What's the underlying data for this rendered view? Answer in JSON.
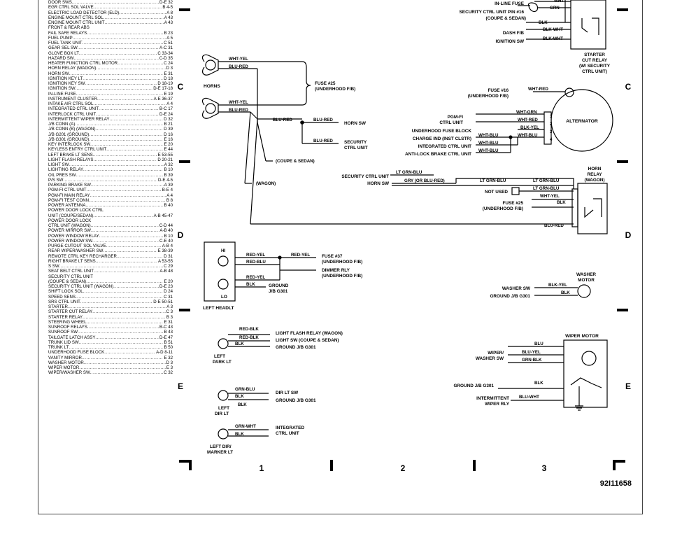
{
  "index": [
    {
      "name": "DOOR SWS",
      "ref": "D-E 32"
    },
    {
      "name": "EGR CTRL SOL VALVE",
      "ref": "B 4-5"
    },
    {
      "name": "ELECTRIC LOAD DETECTOR (ELD)",
      "ref": "A 8"
    },
    {
      "name": "ENGINE MOUNT CTRL SOL",
      "ref": "A 43"
    },
    {
      "name": "ENGINE MOUNT CTRL UNIT",
      "ref": "A 43"
    },
    {
      "name": "FRONT & REAR ABS",
      "ref": ""
    },
    {
      "name": "  FAIL SAFE RELAYS",
      "ref": "B 23"
    },
    {
      "name": "FUEL PUMP",
      "ref": "A 5"
    },
    {
      "name": "FUEL TANK UNIT",
      "ref": "C 51"
    },
    {
      "name": "GEAR SEL SW",
      "ref": "A-C 31"
    },
    {
      "name": "GLOVE BOX LT",
      "ref": "C 33-34"
    },
    {
      "name": "HAZARD SW",
      "ref": "C-D 35"
    },
    {
      "name": "HEATER FUNCTION CTRL MOTOR",
      "ref": "C 24"
    },
    {
      "name": "HORN RELAY (WAGON)",
      "ref": "D 3"
    },
    {
      "name": "HORN SW",
      "ref": "E 31"
    },
    {
      "name": "IGNITION KEY LT",
      "ref": "D 18"
    },
    {
      "name": "IGNITION KEY SW",
      "ref": "D 18-19"
    },
    {
      "name": "IGNITION SW",
      "ref": "D-E 17-18"
    },
    {
      "name": "IN-LINE FUSE",
      "ref": "E 19"
    },
    {
      "name": "INSTRUMENT CLUSTER",
      "ref": "A-E 36-37"
    },
    {
      "name": "INTAKE AIR CTRL SOL",
      "ref": "A 4"
    },
    {
      "name": "INTEGRATED CTRL UNIT",
      "ref": "B-C 17"
    },
    {
      "name": "INTERLOCK CTRL UNIT",
      "ref": "D-E 24"
    },
    {
      "name": "INTERMITTENT WIPER RELAY",
      "ref": "D 32"
    },
    {
      "name": "J/B CONN (A)",
      "ref": "B 21"
    },
    {
      "name": "J/B CONN (B) (WAGON)",
      "ref": "D 39"
    },
    {
      "name": "J/B G201 (GROUND)",
      "ref": "D 16"
    },
    {
      "name": "J/B G301 (GROUND)",
      "ref": "E 16"
    },
    {
      "name": "KEY INTERLOCK SW",
      "ref": "E 20"
    },
    {
      "name": "KEYLESS ENTRY CTRL UNIT",
      "ref": "E 44"
    },
    {
      "name": "LEFT BRAKE LT SENS",
      "ref": "E 53-55"
    },
    {
      "name": "LIGHT FLASH RELAYS",
      "ref": "D 20-21"
    },
    {
      "name": "LIGHT SW",
      "ref": "A 32"
    },
    {
      "name": "LIGHTING RELAY",
      "ref": "B 10"
    },
    {
      "name": "OIL PRES SW",
      "ref": "B 39"
    },
    {
      "name": "P/S SW",
      "ref": "D-E 4-5"
    },
    {
      "name": "PARKING BRAKE SW",
      "ref": "A 39"
    },
    {
      "name": "PGM-FI CTRL UNIT",
      "ref": "B-E 4"
    },
    {
      "name": "PGM-FI MAIN RELAY",
      "ref": "A 4"
    },
    {
      "name": "PGM-FI TEST CONN",
      "ref": "B 8"
    },
    {
      "name": "POWER ANTENNA",
      "ref": "B 40"
    },
    {
      "name": "POWER DOOR LOCK CTRL",
      "ref": ""
    },
    {
      "name": "  UNIT (COUPE/SEDAN)",
      "ref": "A-B 45-47"
    },
    {
      "name": "POWER DOOR LOCK",
      "ref": ""
    },
    {
      "name": "  CTRL UNIT (WAGON)",
      "ref": "C-D 44"
    },
    {
      "name": "POWER MIRROR SW",
      "ref": "A-B 40"
    },
    {
      "name": "POWER WINDOW RELAY",
      "ref": "B 10"
    },
    {
      "name": "POWER WINDOW SW",
      "ref": "C-E 40"
    },
    {
      "name": "PURGE CUTOUT SOL VALVE",
      "ref": "A-B 4"
    },
    {
      "name": "REAR WIPER/WASHER SW",
      "ref": "E 38-39"
    },
    {
      "name": "REMOTE CTRL KEY RECHARGER",
      "ref": "D 31"
    },
    {
      "name": "RIGHT BRAKE LT SENS",
      "ref": "A 53-55"
    },
    {
      "name": "S SW",
      "ref": "C 29"
    },
    {
      "name": "SEAT BELT CTRL UNIT",
      "ref": "A-B 48"
    },
    {
      "name": "SECURITY CTRL UNIT",
      "ref": ""
    },
    {
      "name": "  (COUPE & SEDAN)",
      "ref": "E 20"
    },
    {
      "name": "SECURITY CTRL UNIT (WAGON)",
      "ref": "D-E 23"
    },
    {
      "name": "SHIFT LOCK SOL",
      "ref": "D 24"
    },
    {
      "name": "SPEED SENS",
      "ref": "C 31"
    },
    {
      "name": "SRS CTRL UNIT",
      "ref": "D-E 50-51"
    },
    {
      "name": "STARTER",
      "ref": "A 3"
    },
    {
      "name": "STARTER CUT RELAY",
      "ref": "C 3"
    },
    {
      "name": "STARTER RELAY",
      "ref": "B 3"
    },
    {
      "name": "STEERING WHEEL",
      "ref": "E 31"
    },
    {
      "name": "SUNROOF RELAYS",
      "ref": "B-C 43"
    },
    {
      "name": "SUNROOF SW",
      "ref": "B 43"
    },
    {
      "name": "TAILGATE LATCH ASSY",
      "ref": "D-E 47"
    },
    {
      "name": "TRUNK LID SW",
      "ref": "B 51"
    },
    {
      "name": "TRUNK LT",
      "ref": "B 50"
    },
    {
      "name": "UNDERHOOD FUSE BLOCK",
      "ref": "A-D 8-11"
    },
    {
      "name": "VANITY MIRROR",
      "ref": "E 32"
    },
    {
      "name": "WASHER MOTOR",
      "ref": "D 3"
    },
    {
      "name": "WIPER MOTOR",
      "ref": "E 3"
    },
    {
      "name": "WIPER/WASHER SW",
      "ref": "C 32"
    }
  ],
  "grid": {
    "rows": [
      "C",
      "C",
      "D",
      "D",
      "E",
      "E"
    ],
    "cols": [
      "1",
      "2",
      "3"
    ],
    "figure_id": "92I11658"
  },
  "labels": {
    "starter": {
      "wht": "WHT",
      "inline_fuse": "IN-LINE FUSE",
      "grn": "GRN",
      "sec_pin": "SECURITY CTRL UNIT PIN #16",
      "coupe_sedan": "(COUPE & SEDAN)",
      "blk": "BLK",
      "dash_fb": "DASH F/B",
      "blk_wht1": "BLK-WHT",
      "ign_sw": "IGNITION SW",
      "blk_wht2": "BLK-WHT",
      "title1": "STARTER",
      "title2": "CUT RELAY",
      "title3": "(W/ SECURITY",
      "title4": "CTRL UNIT)"
    },
    "horns": {
      "wht_yel1": "WHT-YEL",
      "blu_red1": "BLU-RED",
      "title": "HORNS",
      "fuse25_1": "FUSE #25",
      "fuse25_2": "(UNDERHOOD F/B)",
      "wht_yel2": "WHT-YEL",
      "blu_red2": "BLU-RED",
      "blu_red3": "BLU-RED",
      "blu_red4": "BLU-RED",
      "horn_sw": "HORN SW",
      "blu_red5": "BLU-RED",
      "security1": "SECURITY",
      "security2": "CTRL UNIT",
      "coupe_sedan": "(COUPE & SEDAN)",
      "wagon": "(WAGON)"
    },
    "alternator": {
      "fuse16_1": "FUSE #16",
      "fuse16_2": "(UNDERHOOD F/B)",
      "wht_red1": "WHT-RED",
      "pgm1": "PGM-FI",
      "pgm2": "CTRL UNIT",
      "wht_grn": "WHT-GRN",
      "wht_red2": "WHT-RED",
      "blk_yel": "BLK-YEL",
      "underhood_fb": "UNDERHOOD FUSE BLOCK",
      "wht_blu1": "WHT-BLU",
      "wht_blu2": "WHT-BLU",
      "charge_ind": "CHARGE IND (INST CLSTR)",
      "wht_blu3": "WHT-BLU",
      "integrated": "INTEGRATED CTRL UNIT",
      "wht_blu4": "WHT-BLU",
      "antilock": "ANTI-LOCK BRAKE CTRL UNIT",
      "title": "ALTERNATOR",
      "p1": "1",
      "p2": "2",
      "p3": "3",
      "p4": "4"
    },
    "hornrelay": {
      "sec_unit": "SECURITY CTRL UNIT",
      "lt_grn_blu1": "LT GRN-BLU",
      "horn_sw": "HORN SW",
      "gry": "GRY (OR BLU-RED)",
      "lt_grn_blu2": "LT GRN-BLU",
      "lt_grn_blu3": "LT GRN-BLU",
      "not_used": "NOT USED",
      "lt_grn_blu4": "LT GRN-BLU",
      "wht_yel": "WHT-YEL",
      "fuse25_1": "FUSE #25",
      "fuse25_2": "(UNDERHOOD F/B)",
      "blk": "BLK",
      "blu_red": "BLU-RED",
      "title1": "HORN",
      "title2": "RELAY",
      "title3": "(WAGON)"
    },
    "headlt": {
      "hi": "HI",
      "lo": "LO",
      "red_yel1": "RED-YEL",
      "red_blu": "RED-BLU",
      "red_yel2": "RED-YEL",
      "red_yel3": "RED-YEL",
      "blk": "BLK",
      "fuse37_1": "FUSE #37",
      "fuse37_2": "(UNDERHOOD F/B)",
      "dimmer1": "DIMMER RLY",
      "dimmer2": "(UNDERHOOD F/B)",
      "ground1": "GROUND",
      "ground2": "J/B G301",
      "title": "LEFT HEADLT"
    },
    "washer": {
      "title1": "WASHER",
      "title2": "MOTOR",
      "washer_sw": "WASHER SW",
      "blk_yel": "BLK-YEL",
      "ground": "GROUND J/B G301",
      "blk": "BLK"
    },
    "parklt": {
      "red_blk1": "RED-BLK",
      "red_blk2": "RED-BLK",
      "blk": "BLK",
      "flash": "LIGHT FLASH RELAY (WAGON)",
      "light_sw": "LIGHT SW (COUPE & SEDAN)",
      "ground": "GROUND J/B G301",
      "title1": "LEFT",
      "title2": "PARK LT"
    },
    "dirlt": {
      "grn_blu": "GRN-BLU",
      "blk1": "BLK",
      "blk2": "BLK",
      "dir_sw": "DIR LT SW",
      "ground": "GROUND J/B G301",
      "title1": "LEFT",
      "title2": "DIR LT",
      "grn_wht": "GRN-WHT",
      "blk3": "BLK",
      "integrated1": "INTEGRATED",
      "integrated2": "CTRL UNIT",
      "marker1": "LEFT DIR/",
      "marker2": "MARKER LT"
    },
    "wiper": {
      "title": "WIPER MOTOR",
      "wiper_sw1": "WIPER/",
      "wiper_sw2": "WASHER SW",
      "blu": "BLU",
      "blu_yel": "BLU-YEL",
      "grn_blk": "GRN-BLK",
      "ground": "GROUND J/B G301",
      "blk": "BLK",
      "intermittent1": "INTERMITTENT",
      "intermittent2": "WIPER RLY",
      "blu_wht": "BLU-WHT"
    }
  }
}
